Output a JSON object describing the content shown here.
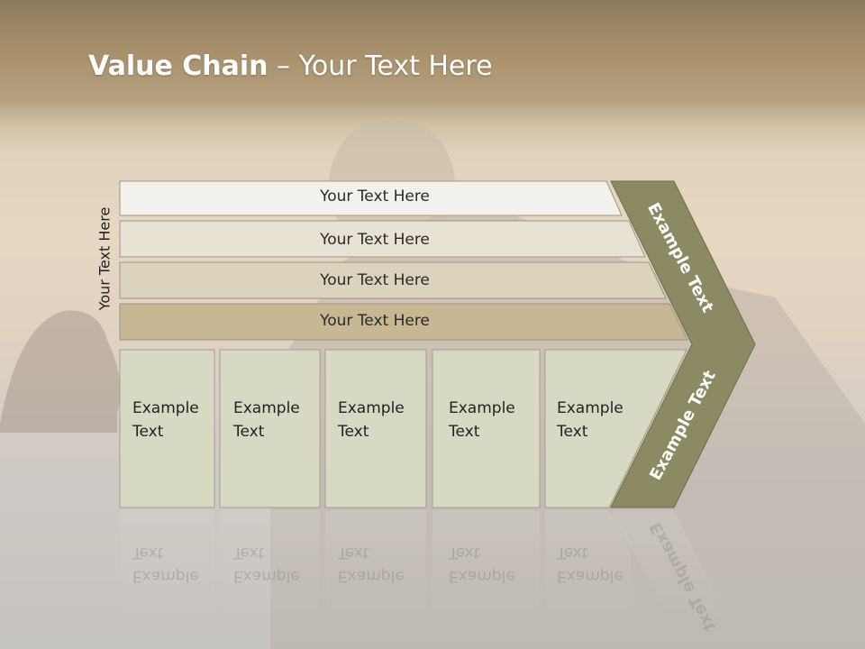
{
  "title": {
    "bold": "Value Chain",
    "rest": " – Your Text Here"
  },
  "side_label": "Your Text Here",
  "bars": [
    {
      "label": "Your Text Here",
      "color": "#f3f1eb"
    },
    {
      "label": "Your Text Here",
      "color": "#e8e2d4"
    },
    {
      "label": "Your Text Here",
      "color": "#dcd3bc"
    },
    {
      "label": "Your Text Here",
      "color": "#c8b793"
    }
  ],
  "columns": [
    {
      "line1": "Example",
      "line2": "Text"
    },
    {
      "line1": "Example",
      "line2": "Text"
    },
    {
      "line1": "Example",
      "line2": "Text"
    },
    {
      "line1": "Example",
      "line2": "Text"
    },
    {
      "line1": "Example",
      "line2": "Text"
    }
  ],
  "chevron": {
    "top_label": "Example Text",
    "bottom_label": "Example Text",
    "color": "#8b8a62"
  },
  "column_color": "#d8d9c3"
}
